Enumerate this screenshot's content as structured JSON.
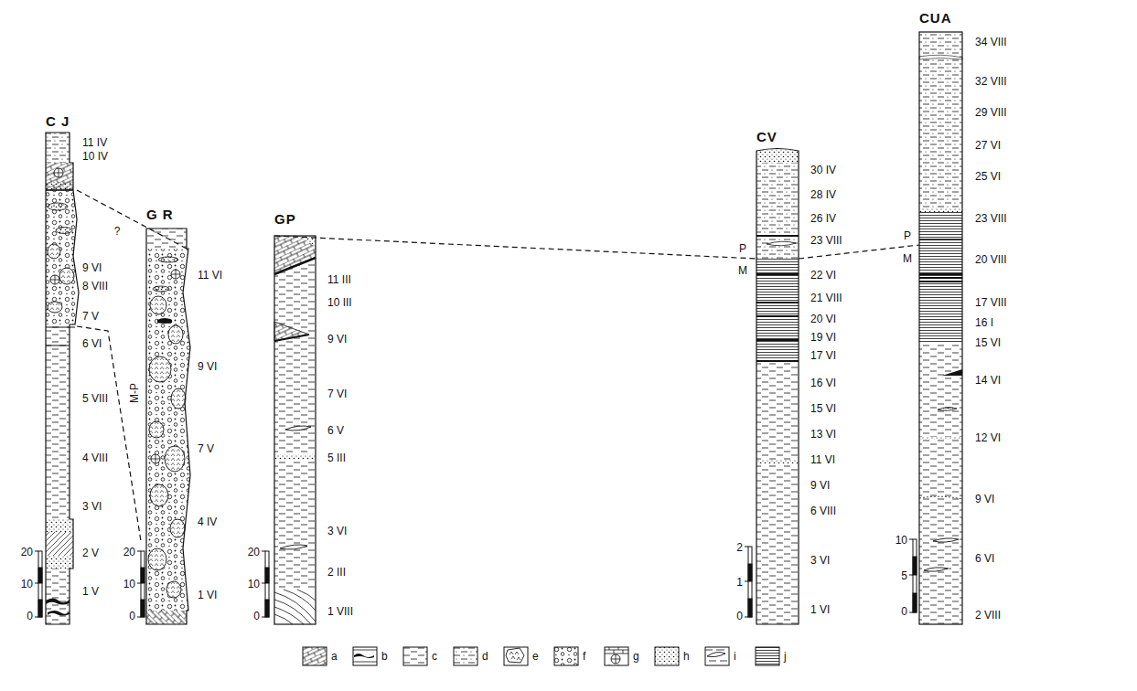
{
  "diagram": {
    "labels": [
      "C J",
      "11 IV",
      "10 IV",
      "9 VI",
      "8 VIII",
      "7 V",
      "6 VI",
      "5 VIII",
      "4 VIII",
      "3 VI",
      "2 V",
      "1 V",
      "20",
      "10",
      "0",
      "?",
      "G R",
      "11 VI",
      "9 VI",
      "7 V",
      "4 IV",
      "1 VI",
      "M-P",
      "20",
      "10",
      "0",
      "GP",
      "11 III",
      "10 III",
      "9 VI",
      "7 VI",
      "6 V",
      "5 III",
      "3 VI",
      "2 III",
      "1 VIII",
      "20",
      "10",
      "0",
      "CV",
      "30 IV",
      "28 IV",
      "26 IV",
      "23 VIII",
      "P",
      "M",
      "22 VI",
      "21 VIII",
      "20 VI",
      "19 VI",
      "17 VI",
      "16 VI",
      "15 VI",
      "13 VI",
      "11 VI",
      "9 VI",
      "6 VIII",
      "3 VI",
      "1 VI",
      "2",
      "1",
      "0",
      "CUA",
      "34 VIII",
      "32 VIII",
      "29 VIII",
      "27 VI",
      "25 VI",
      "P",
      "M",
      "23 VIII",
      "20 VIII",
      "17 VIII",
      "16 I",
      "15 VI",
      "14 VI",
      "12 VI",
      "9 VI",
      "6 VI",
      "2 VIII",
      "10",
      "5",
      "0"
    ],
    "legend": [
      {
        "text": "a"
      },
      {
        "text": "b"
      },
      {
        "text": "c"
      },
      {
        "text": "d"
      },
      {
        "text": "e"
      },
      {
        "text": "f"
      },
      {
        "text": "g"
      },
      {
        "text": "h"
      },
      {
        "text": "i"
      },
      {
        "text": "j"
      }
    ]
  }
}
